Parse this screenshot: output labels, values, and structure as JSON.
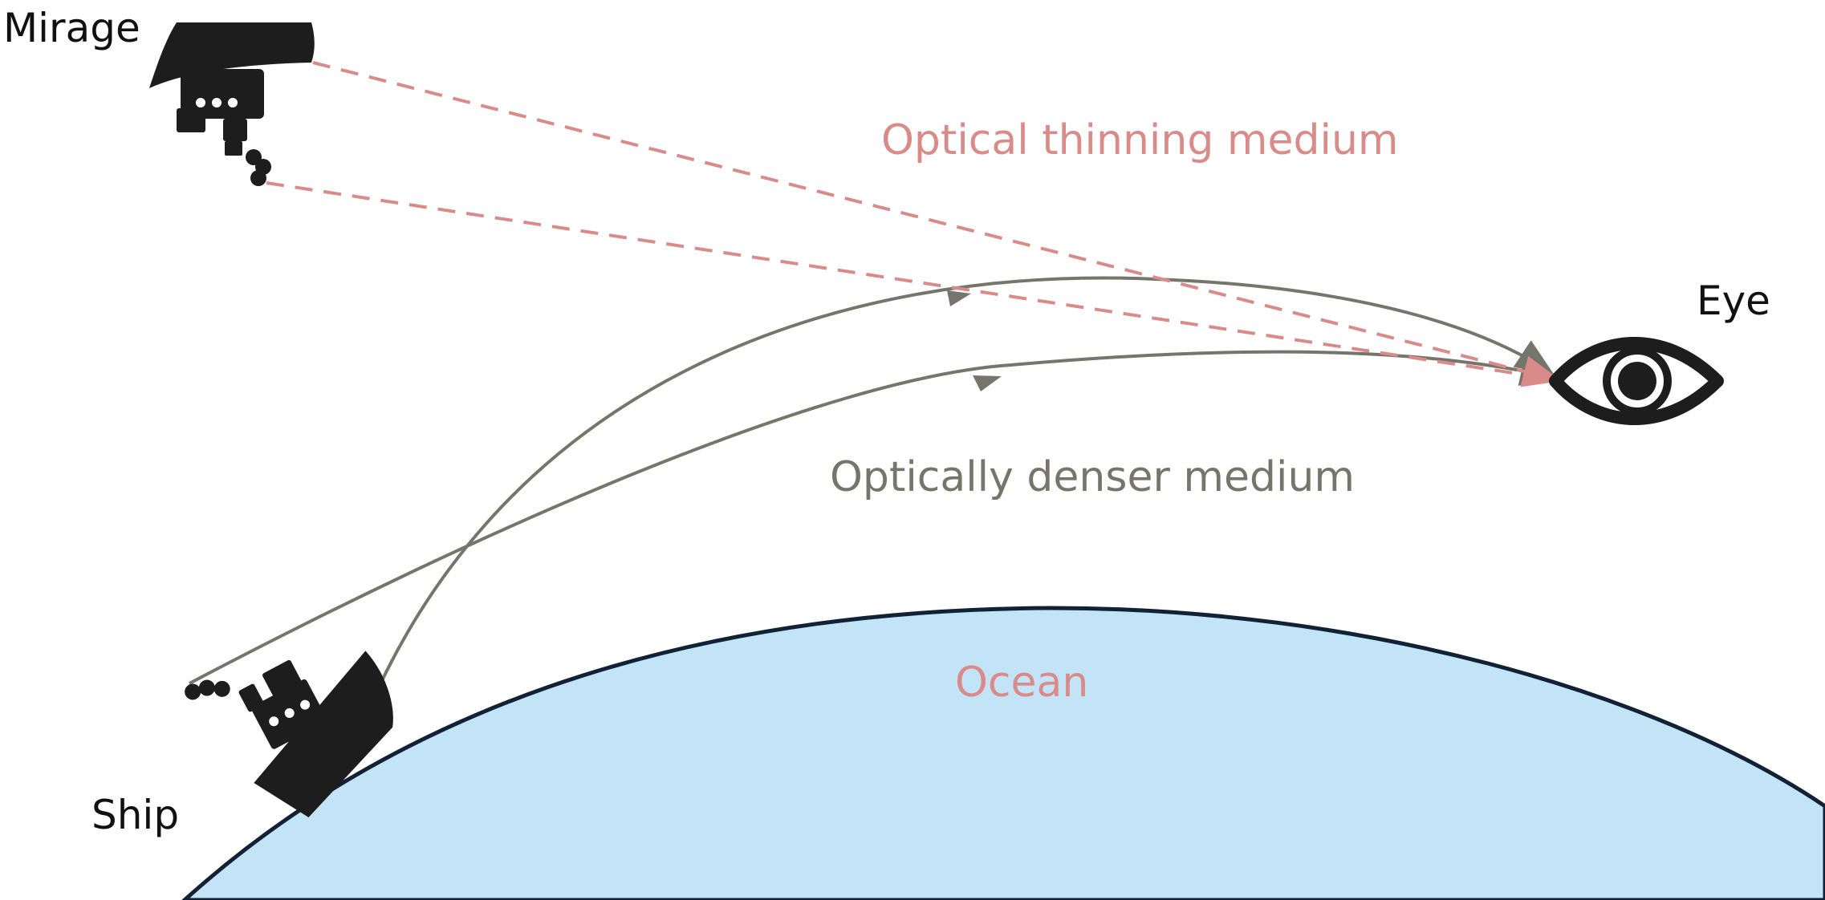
{
  "labels": {
    "mirage": "Mirage",
    "ship": "Ship",
    "eye": "Eye",
    "thin_medium": "Optical thinning medium",
    "dense_medium": "Optically denser medium",
    "ocean": "Ocean"
  },
  "colors": {
    "ocean_fill": "#c3e4f6",
    "ocean_edge": "#122236",
    "real_ray": "#76756b",
    "virtual_ray": "#d98b89",
    "label_dark": "#111111",
    "label_pink": "#d98b89",
    "label_gray": "#76756b",
    "silhouette": "#1d1d1d"
  },
  "icons": {
    "ship": "ship-icon",
    "mirage_ship": "inverted-ship-icon",
    "eye": "eye-icon"
  }
}
